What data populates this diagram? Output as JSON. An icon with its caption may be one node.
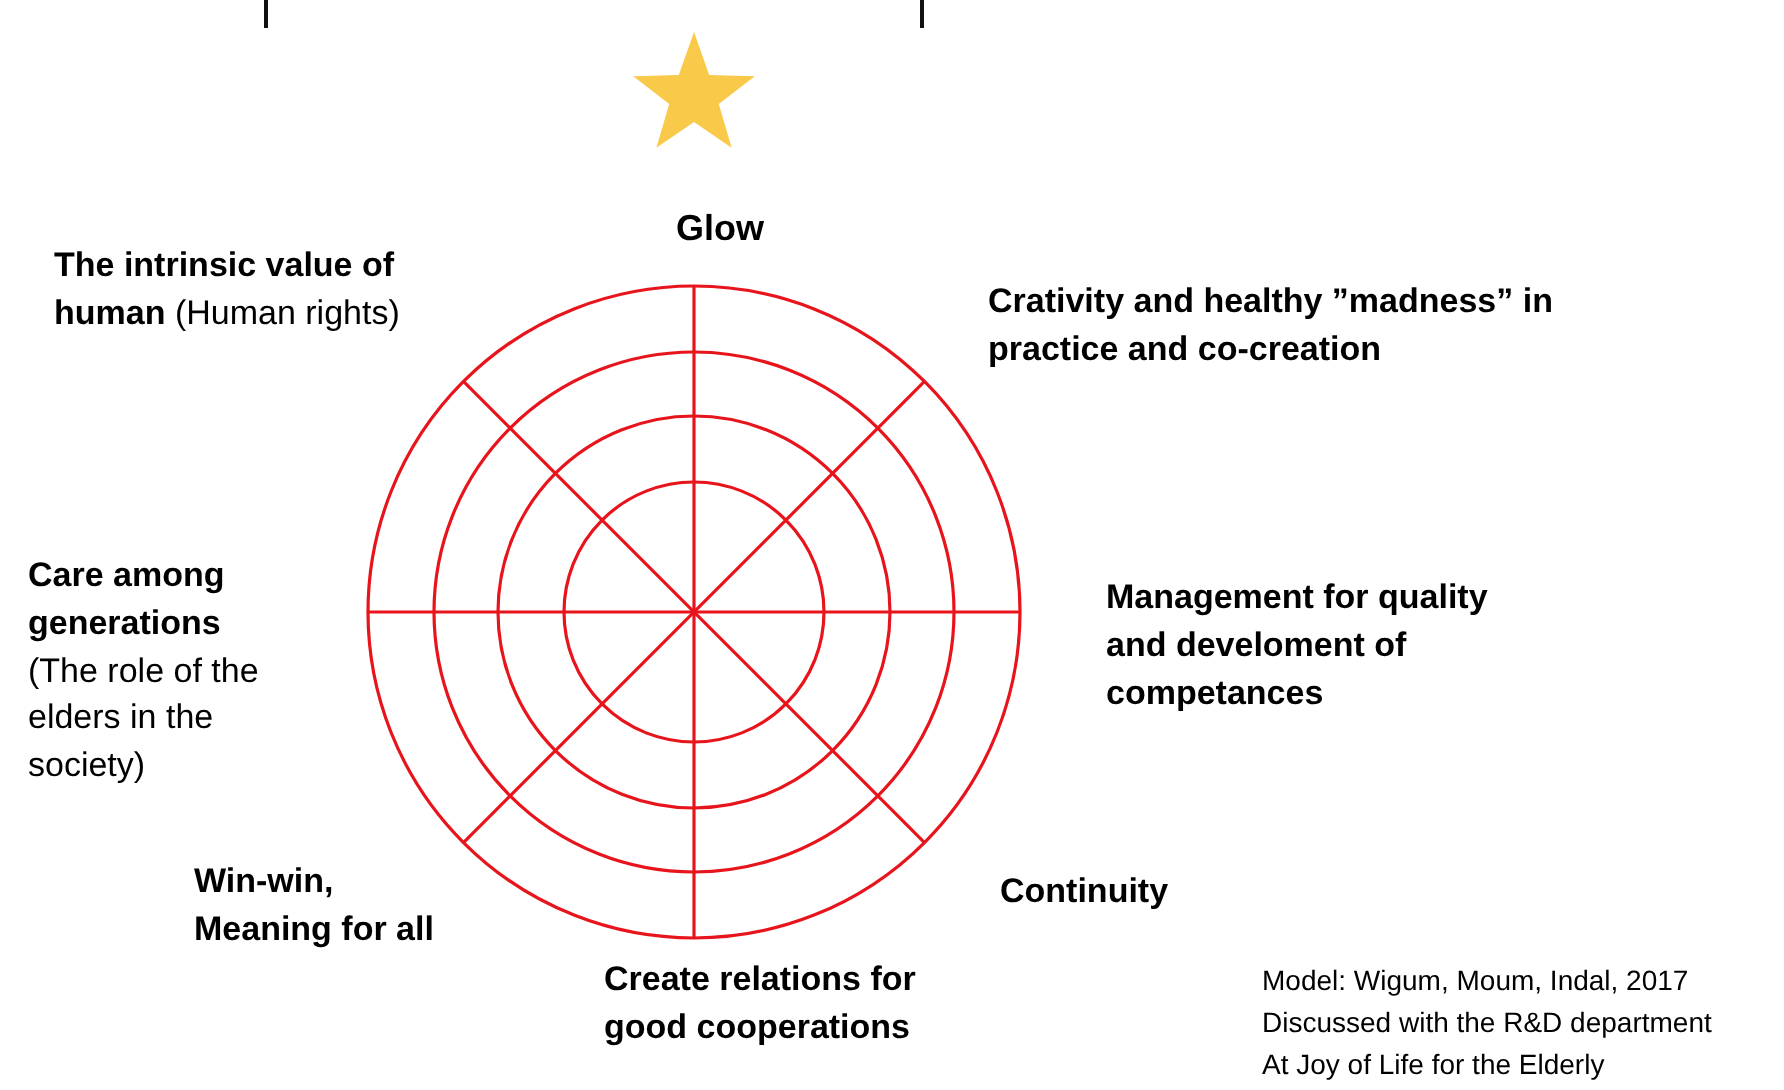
{
  "diagram": {
    "labels": [
      "Glow",
      "**The intrinsic value of human** (Human rights)",
      "Crativity and healthy ”madness” in practice and co-creation",
      "**Care among generations** (The role of the elders in the society)",
      "Management for quality and develoment of competances",
      "Win-win, Meaning for all",
      "Continuity",
      "Create relations for good cooperations",
      "Model: Wigum, Moum, Indal, 2017",
      "Discussed with the R&D department",
      "At Joy of Life for the Elderly"
    ]
  }
}
